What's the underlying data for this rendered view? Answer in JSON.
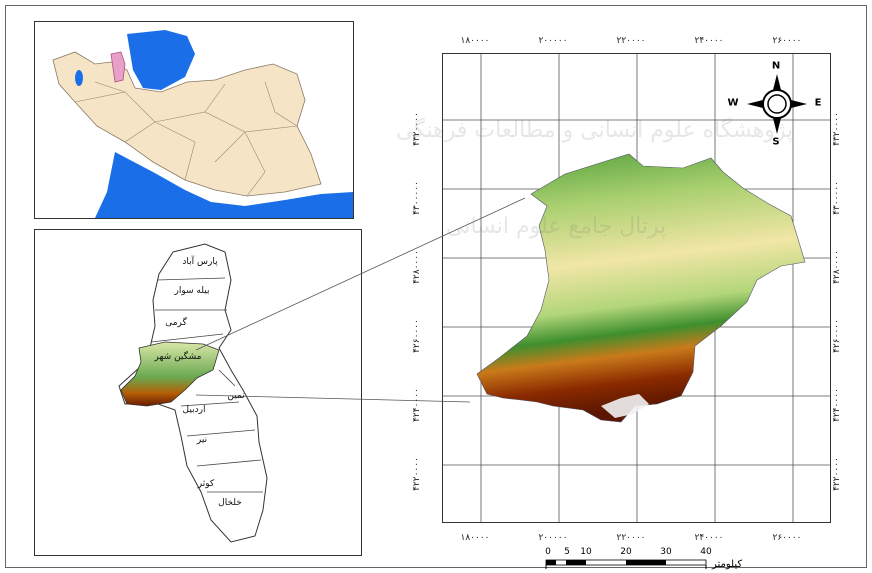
{
  "main_map": {
    "x_ticks": [
      "۱۸۰۰۰۰",
      "۲۰۰۰۰۰",
      "۲۲۰۰۰۰",
      "۲۴۰۰۰۰",
      "۲۶۰۰۰۰"
    ],
    "y_ticks": [
      "۴۳۲۰۰۰۰",
      "۴۳۰۰۰۰۰",
      "۴۲۸۰۰۰۰",
      "۴۲۶۰۰۰۰",
      "۴۲۴۰۰۰۰",
      "۴۲۲۰۰۰۰"
    ]
  },
  "compass": {
    "north": "N",
    "south": "S",
    "east": "E",
    "west": "W"
  },
  "province_counties": [
    "پارس آباد",
    "بیله سوار",
    "گرمی",
    "مشگین شهر",
    "نمین",
    "اردبیل",
    "نیر",
    "کوثر",
    "خلخال"
  ],
  "scale_bar": {
    "labels": [
      "0",
      "5",
      "10",
      "20",
      "30",
      "40"
    ],
    "unit": "کیلومتر"
  },
  "colors": {
    "sea": "#1a6fe8",
    "iran_land": "#f6e4c6",
    "highlight": "#e8a0c8",
    "dem_low": "#2e8b3a",
    "dem_mid": "#f1e6a6",
    "dem_high": "#8a2a00"
  },
  "watermark": {
    "line1": "پژوهشگاه علوم انسانی و مطالعات فرهنگی",
    "line2": "پرتال جامع علوم انسانی"
  }
}
